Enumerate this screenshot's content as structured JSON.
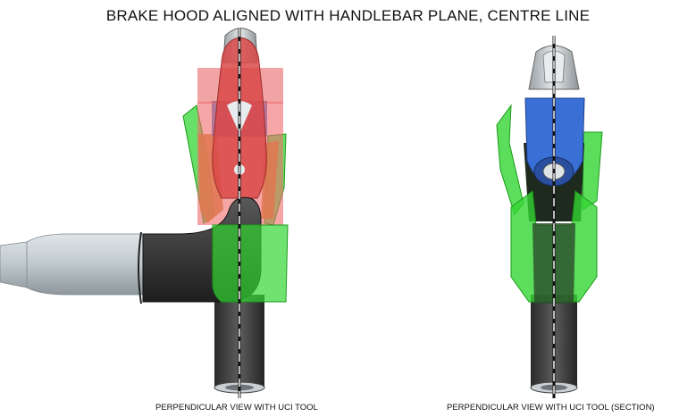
{
  "title": "BRAKE HOOD ALIGNED WITH HANDLEBAR PLANE, CENTRE LINE",
  "views": [
    {
      "caption": "PERPENDICULAR VIEW WITH UCI TOOL"
    },
    {
      "caption": "PERPENDICULAR VIEW WITH UCI TOOL (SECTION)"
    }
  ],
  "colors": {
    "background": "#ffffff",
    "uci_tool_green": "#33d633",
    "brake_hood_red": "#e85858",
    "lever_blue": "#3a6fd6",
    "handlebar_grey": "#b9c3c9",
    "bar_tape_dark": "#3a3a3a",
    "centre_line": "#ffffff"
  }
}
